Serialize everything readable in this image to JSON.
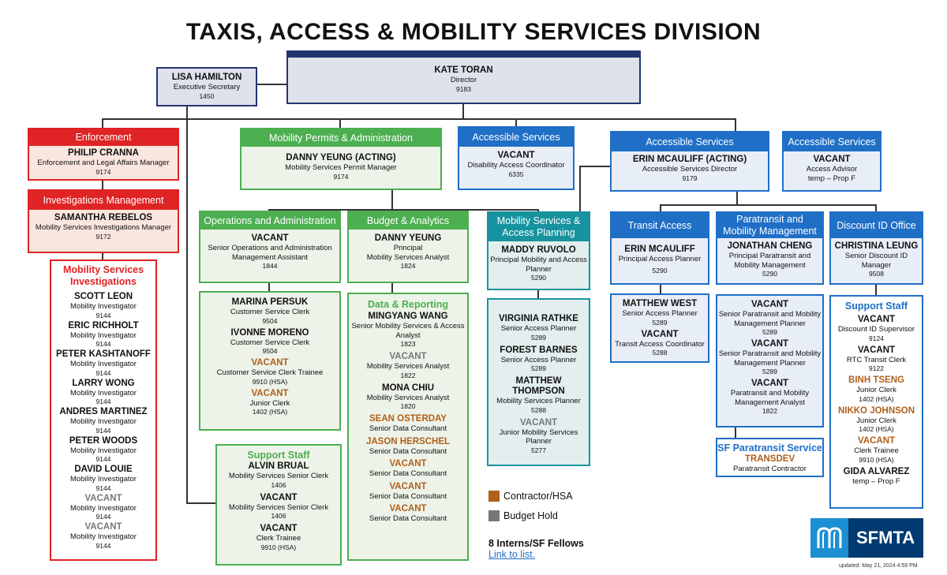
{
  "title": "TAXIS, ACCESS & MOBILITY SERVICES DIVISION",
  "director": {
    "name": "KATE TORAN",
    "title": "Director",
    "code": "9183"
  },
  "secretary": {
    "name": "LISA HAMILTON",
    "title": "Executive Secretary",
    "code": "1450"
  },
  "enforcement": {
    "header": "Enforcement",
    "name": "PHILIP CRANNA",
    "title": "Enforcement and Legal Affairs Manager",
    "code": "9174"
  },
  "investigations": {
    "header": "Investigations Management",
    "name": "SAMANTHA REBELOS",
    "title": "Mobility Services Investigations Manager",
    "code": "9172"
  },
  "msi": {
    "header": "Mobility Services Investigations",
    "items": [
      {
        "name": "SCOTT LEON",
        "title": "Mobility Investigator",
        "code": "9144"
      },
      {
        "name": "ERIC RICHHOLT",
        "title": "Mobility Investigator",
        "code": "9144"
      },
      {
        "name": "PETER KASHTANOFF",
        "title": "Mobility Investigator",
        "code": "9144"
      },
      {
        "name": "LARRY WONG",
        "title": "Mobility Investigator",
        "code": "9144"
      },
      {
        "name": "ANDRES MARTINEZ",
        "title": "Mobility Investigator",
        "code": "9144"
      },
      {
        "name": "PETER WOODS",
        "title": "Mobility Investigator",
        "code": "9144"
      },
      {
        "name": "DAVID LOUIE",
        "title": "Mobility Investigator",
        "code": "9144"
      },
      {
        "name": "VACANT",
        "title": "Mobility Investigator",
        "code": "9144"
      },
      {
        "name": "VACANT",
        "title": "Mobility Investigator",
        "code": "9144"
      }
    ]
  },
  "permits": {
    "header": "Mobility Permits & Administration",
    "name": "DANNY YEUNG (ACTING)",
    "title": "Mobility Services Permit Manager",
    "code": "9174"
  },
  "ops": {
    "header": "Operations and Administration",
    "name": "VACANT",
    "title": "Senior Operations and Administration Management Assistant",
    "code": "1844"
  },
  "ops_staff": [
    {
      "name": "MARINA PERSUK",
      "title": "Customer Service Clerk",
      "code": "9504"
    },
    {
      "name": "IVONNE MORENO",
      "title": "Customer Service Clerk",
      "code": "9504"
    },
    {
      "name": "VACANT",
      "title": "Customer Service Clerk Trainee",
      "code": "9910 (HSA)"
    },
    {
      "name": "VACANT",
      "title": "Junior Clerk",
      "code": "1402 (HSA)"
    }
  ],
  "support1": {
    "header": "Support Staff",
    "items": [
      {
        "name": "ALVIN BRUAL",
        "title": "Mobility Services Senior Clerk",
        "code": "1406"
      },
      {
        "name": "VACANT",
        "title": "Mobility Services Senior Clerk",
        "code": "1406"
      },
      {
        "name": "VACANT",
        "title": "Clerk Trainee",
        "code": "9910 (HSA)"
      }
    ]
  },
  "budget": {
    "header": "Budget & Analytics",
    "name": "DANNY YEUNG",
    "title": "Principal\nMobility Services Analyst",
    "code": "1824"
  },
  "data": {
    "header": "Data & Reporting",
    "items": [
      {
        "name": "MINGYANG WANG",
        "title": "Senior Mobility Services & Access Analyst",
        "code": "1823"
      },
      {
        "name": "VACANT",
        "title": "Mobility Services Analyst",
        "code": "1822"
      },
      {
        "name": "MONA CHIU",
        "title": "Mobility Services Analyst",
        "code": "1820"
      },
      {
        "name": "SEAN OSTERDAY",
        "title": "Senior Data Consultant",
        "code": ""
      },
      {
        "name": "JASON  HERSCHEL",
        "title": "Senior Data Consultant",
        "code": ""
      },
      {
        "name": "VACANT",
        "title": "Senior Data Consultant",
        "code": ""
      },
      {
        "name": "VACANT",
        "title": "Senior Data Consultant",
        "code": ""
      },
      {
        "name": "VACANT",
        "title": "Senior Data Consultant",
        "code": ""
      }
    ]
  },
  "access1": {
    "header": "Accessible Services",
    "name": "VACANT",
    "title": "Disability Access Coordinator",
    "code": "6335"
  },
  "planning": {
    "header": "Mobility Services & Access Planning",
    "name": "MADDY RUVOLO",
    "title": "Principal Mobility and Access Planner",
    "code": "5290"
  },
  "planning_staff": [
    {
      "name": "VIRGINIA RATHKE",
      "title": "Senior Access Planner",
      "code": "5289"
    },
    {
      "name": "FOREST BARNES",
      "title": "Senior Access Planner",
      "code": "5289"
    },
    {
      "name": "MATTHEW THOMPSON",
      "title": "Mobility Services Planner",
      "code": "5288"
    },
    {
      "name": "VACANT",
      "title": "Junior Mobility Services Planner",
      "code": "5277"
    }
  ],
  "access2": {
    "header": "Accessible Services",
    "name": "ERIN MCAULIFF (ACTING)",
    "title": "Accessible Services Director",
    "code": "9179"
  },
  "access3": {
    "header": "Accessible Services",
    "name": "VACANT",
    "title": "Access Advisor",
    "code": "temp – Prop F"
  },
  "transit": {
    "header": "Transit Access",
    "name": "ERIN MCAULIFF",
    "title": "Principal Access Planner",
    "code": "5290"
  },
  "transit_staff": [
    {
      "name": "MATTHEW WEST",
      "title": "Senior Access Planner",
      "code": "5289"
    },
    {
      "name": "VACANT",
      "title": "Transit Access Coordinator",
      "code": "5288"
    }
  ],
  "paratransit": {
    "header": "Paratransit and Mobility Management",
    "name": "JONATHAN CHENG",
    "title": "Principal Paratransit and Mobility Management",
    "code": "5290"
  },
  "para_staff": [
    {
      "name": "VACANT",
      "title": "Senior Paratransit and Mobility Management Planner",
      "code": "5289"
    },
    {
      "name": "VACANT",
      "title": "Senior Paratransit and Mobility Management Planner",
      "code": "5289"
    },
    {
      "name": "VACANT",
      "title": "Paratransit and Mobility Management Analyst",
      "code": "1822"
    }
  ],
  "sfpara": {
    "header": "SF Paratransit Service",
    "name": "TRANSDEV",
    "title": "Paratransit Contractor"
  },
  "discount": {
    "header": "Discount ID Office",
    "name": "CHRISTINA LEUNG",
    "title": "Senior Discount ID Manager",
    "code": "9508"
  },
  "support2": {
    "header": "Support Staff",
    "items": [
      {
        "name": "VACANT",
        "title": "Discount ID Supervisor",
        "code": "9124"
      },
      {
        "name": "VACANT",
        "title": "RTC Transit Clerk",
        "code": "9122"
      },
      {
        "name": "BINH TSENG",
        "title": "Junior Clerk",
        "code": "1402 (HSA)"
      },
      {
        "name": "NIKKO JOHNSON",
        "title": "Junior Clerk",
        "code": "1402 (HSA)"
      },
      {
        "name": "VACANT",
        "title": "Clerk Trainee",
        "code": "9910 (HSA)"
      },
      {
        "name": "GIDA ALVAREZ",
        "title": "temp – Prop F",
        "code": ""
      }
    ]
  },
  "legend": {
    "contractor": "Contractor/HSA",
    "budget_hold": "Budget Hold",
    "contractor_color": "#b05f1a",
    "budget_hold_color": "#777777"
  },
  "interns": {
    "label": "8 Interns/SF Fellows",
    "link": "Link to list."
  },
  "logo": {
    "text": "SFMTA"
  },
  "updated": "updated: May 21, 2024 4:59 PM"
}
